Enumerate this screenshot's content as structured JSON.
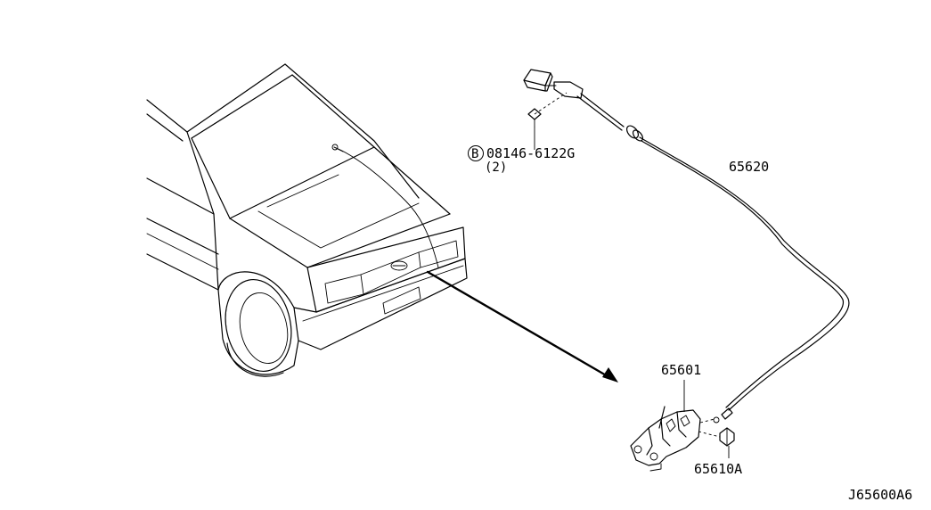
{
  "diagram": {
    "callouts": {
      "bolt_part": {
        "badge": "B",
        "number": "08146-6122G",
        "qty": "(2)"
      },
      "cable": {
        "number": "65620"
      },
      "lock": {
        "number": "65601"
      },
      "bolt_lock": {
        "number": "65610A"
      },
      "diagram_id": {
        "number": "J65600A6"
      }
    }
  }
}
